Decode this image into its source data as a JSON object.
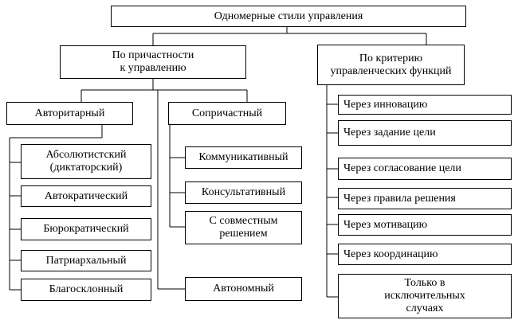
{
  "root": {
    "label": "Одномерные стили управления"
  },
  "branch_participation": {
    "label": "По причастности\nк управлению",
    "authoritarian": {
      "label": "Авторитарный",
      "items": [
        {
          "label": "Абсолютистский\n(диктаторский)"
        },
        {
          "label": "Автократический"
        },
        {
          "label": "Бюрократический"
        },
        {
          "label": "Патриархальный"
        },
        {
          "label": "Благосклонный"
        }
      ]
    },
    "participative": {
      "label": "Сопричастный",
      "items": [
        {
          "label": "Коммуникативный"
        },
        {
          "label": "Консультативный"
        },
        {
          "label": "С совместным\nрешением"
        }
      ]
    },
    "autonomous": {
      "label": "Автономный"
    }
  },
  "branch_functions": {
    "label": "По критерию\nуправленческих функций",
    "items": [
      {
        "label": "Через инновацию"
      },
      {
        "label": "Через задание цели"
      },
      {
        "label": "Через согласование цели"
      },
      {
        "label": "Через правила решения"
      },
      {
        "label": "Через мотивацию"
      },
      {
        "label": "Через координацию"
      },
      {
        "label": "Только в\nисключительных\nслучаях"
      }
    ]
  }
}
